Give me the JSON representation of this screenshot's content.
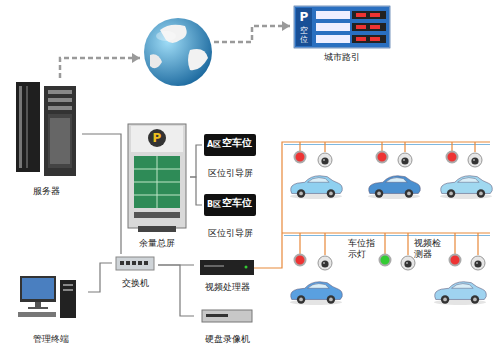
{
  "diagram": {
    "nodes": [
      {
        "text": [
          "服务器"
        ]
      },
      {
        "text": [
          "城市路引"
        ]
      },
      {
        "text": [
          "余量总屏"
        ]
      },
      {
        "text": [
          "A区",
          "空车位",
          "区位引导屏"
        ]
      },
      {
        "text": [
          "B区",
          "空车位",
          "区位引导屏"
        ]
      },
      {
        "text": [
          "交换机"
        ]
      },
      {
        "text": [
          "视频处理器"
        ]
      },
      {
        "text": [
          "硬盘录像机"
        ]
      },
      {
        "text": [
          "管理终端"
        ]
      }
    ],
    "edges": [
      {
        "from": 0,
        "to": 1,
        "arrow": "to"
      },
      {
        "from": 0,
        "to": 5,
        "arrow": "none"
      },
      {
        "from": 2,
        "to": 3,
        "arrow": "none"
      },
      {
        "from": 2,
        "to": 4,
        "arrow": "none"
      },
      {
        "from": 8,
        "to": 5,
        "arrow": "none"
      },
      {
        "from": 5,
        "to": 6,
        "arrow": "none"
      },
      {
        "from": 5,
        "to": 7,
        "arrow": "none"
      }
    ],
    "labels": [
      "P",
      "空位",
      "P",
      "车位指示灯",
      "视频检测器"
    ]
  }
}
